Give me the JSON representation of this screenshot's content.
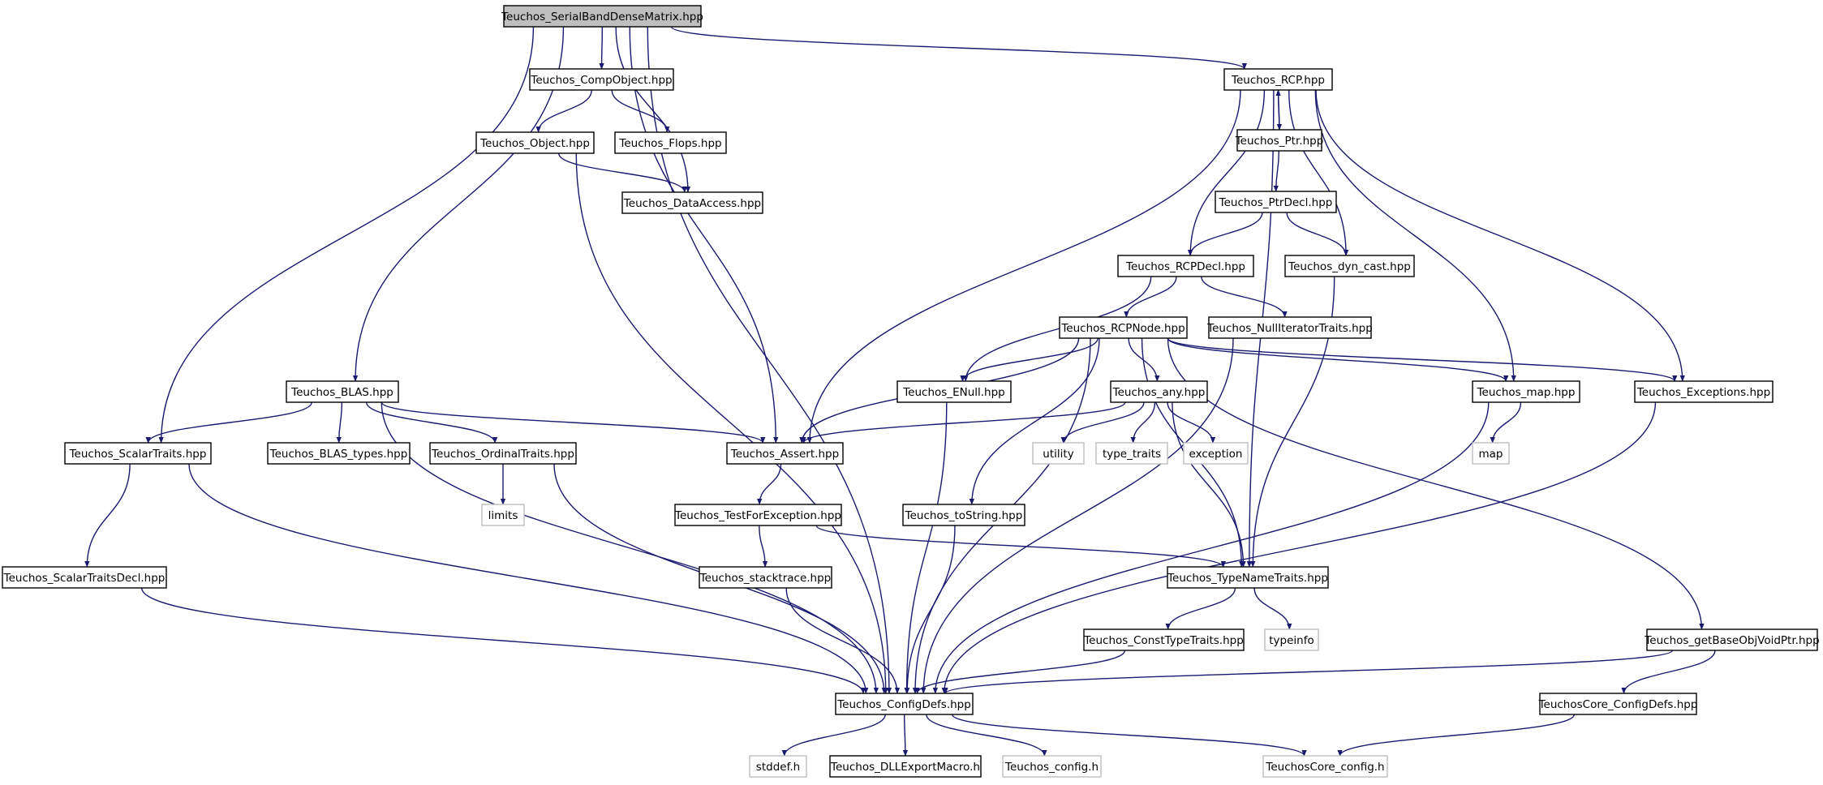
{
  "colors": {
    "edge": "#191970",
    "root_fill": "#bfbfbf",
    "external_border": "#bfbfbf",
    "node_border": "#000000"
  },
  "nodes": {
    "serialband": {
      "label": "Teuchos_SerialBandDenseMatrix.hpp",
      "kind": "root"
    },
    "compobject": {
      "label": "Teuchos_CompObject.hpp",
      "kind": "header"
    },
    "object": {
      "label": "Teuchos_Object.hpp",
      "kind": "header"
    },
    "flops": {
      "label": "Teuchos_Flops.hpp",
      "kind": "header"
    },
    "dataaccess": {
      "label": "Teuchos_DataAccess.hpp",
      "kind": "header"
    },
    "rcp": {
      "label": "Teuchos_RCP.hpp",
      "kind": "header"
    },
    "ptr": {
      "label": "Teuchos_Ptr.hpp",
      "kind": "header"
    },
    "ptrdecl": {
      "label": "Teuchos_PtrDecl.hpp",
      "kind": "header"
    },
    "rcpdecl": {
      "label": "Teuchos_RCPDecl.hpp",
      "kind": "header"
    },
    "dyncast": {
      "label": "Teuchos_dyn_cast.hpp",
      "kind": "header"
    },
    "rcpnode": {
      "label": "Teuchos_RCPNode.hpp",
      "kind": "header"
    },
    "nulliter": {
      "label": "Teuchos_NullIteratorTraits.hpp",
      "kind": "header"
    },
    "blas": {
      "label": "Teuchos_BLAS.hpp",
      "kind": "header"
    },
    "enull": {
      "label": "Teuchos_ENull.hpp",
      "kind": "header"
    },
    "any": {
      "label": "Teuchos_any.hpp",
      "kind": "header"
    },
    "map_hpp": {
      "label": "Teuchos_map.hpp",
      "kind": "header"
    },
    "exceptions": {
      "label": "Teuchos_Exceptions.hpp",
      "kind": "header"
    },
    "scalartraits": {
      "label": "Teuchos_ScalarTraits.hpp",
      "kind": "header"
    },
    "blastypes": {
      "label": "Teuchos_BLAS_types.hpp",
      "kind": "header"
    },
    "ordinaltraits": {
      "label": "Teuchos_OrdinalTraits.hpp",
      "kind": "header"
    },
    "assert": {
      "label": "Teuchos_Assert.hpp",
      "kind": "header"
    },
    "utility": {
      "label": "utility",
      "kind": "external"
    },
    "type_traits": {
      "label": "type_traits",
      "kind": "external"
    },
    "exception": {
      "label": "exception",
      "kind": "external"
    },
    "map": {
      "label": "map",
      "kind": "external"
    },
    "limits": {
      "label": "limits",
      "kind": "external"
    },
    "testforexc": {
      "label": "Teuchos_TestForException.hpp",
      "kind": "header"
    },
    "tostring": {
      "label": "Teuchos_toString.hpp",
      "kind": "header"
    },
    "scalartraitsdecl": {
      "label": "Teuchos_ScalarTraitsDecl.hpp",
      "kind": "header"
    },
    "stacktrace": {
      "label": "Teuchos_stacktrace.hpp",
      "kind": "header"
    },
    "typename": {
      "label": "Teuchos_TypeNameTraits.hpp",
      "kind": "header"
    },
    "consttype": {
      "label": "Teuchos_ConstTypeTraits.hpp",
      "kind": "header"
    },
    "typeinfo": {
      "label": "typeinfo",
      "kind": "external"
    },
    "getbaseobj": {
      "label": "Teuchos_getBaseObjVoidPtr.hpp",
      "kind": "header"
    },
    "configdefs": {
      "label": "Teuchos_ConfigDefs.hpp",
      "kind": "header"
    },
    "coreconfigdefs": {
      "label": "TeuchosCore_ConfigDefs.hpp",
      "kind": "header"
    },
    "stddef": {
      "label": "stddef.h",
      "kind": "external"
    },
    "dllexport": {
      "label": "Teuchos_DLLExportMacro.h",
      "kind": "header"
    },
    "config_h": {
      "label": "Teuchos_config.h",
      "kind": "external"
    },
    "coreconfig_h": {
      "label": "TeuchosCore_config.h",
      "kind": "external"
    }
  },
  "edges": [
    [
      "serialband",
      "compobject"
    ],
    [
      "serialband",
      "rcp"
    ],
    [
      "serialband",
      "dataaccess"
    ],
    [
      "serialband",
      "assert"
    ],
    [
      "serialband",
      "blas"
    ],
    [
      "serialband",
      "scalartraits"
    ],
    [
      "serialband",
      "configdefs"
    ],
    [
      "compobject",
      "object"
    ],
    [
      "compobject",
      "flops"
    ],
    [
      "object",
      "dataaccess"
    ],
    [
      "object",
      "configdefs"
    ],
    [
      "rcp",
      "ptr"
    ],
    [
      "rcp",
      "rcpdecl"
    ],
    [
      "rcp",
      "dyncast"
    ],
    [
      "rcp",
      "assert"
    ],
    [
      "rcp",
      "map_hpp"
    ],
    [
      "rcp",
      "exceptions"
    ],
    [
      "rcp",
      "typename"
    ],
    [
      "ptr",
      "rcp"
    ],
    [
      "ptr",
      "ptrdecl"
    ],
    [
      "ptrdecl",
      "rcpdecl"
    ],
    [
      "ptrdecl",
      "dyncast"
    ],
    [
      "rcpdecl",
      "rcpnode"
    ],
    [
      "rcpdecl",
      "nulliter"
    ],
    [
      "rcpdecl",
      "enull"
    ],
    [
      "dyncast",
      "typename"
    ],
    [
      "nulliter",
      "configdefs"
    ],
    [
      "rcpnode",
      "enull"
    ],
    [
      "rcpnode",
      "any"
    ],
    [
      "rcpnode",
      "assert"
    ],
    [
      "rcpnode",
      "tostring"
    ],
    [
      "rcpnode",
      "typename"
    ],
    [
      "rcpnode",
      "map_hpp"
    ],
    [
      "rcpnode",
      "exceptions"
    ],
    [
      "rcpnode",
      "getbaseobj"
    ],
    [
      "rcpnode",
      "configdefs"
    ],
    [
      "blas",
      "scalartraits"
    ],
    [
      "blas",
      "blastypes"
    ],
    [
      "blas",
      "ordinaltraits"
    ],
    [
      "blas",
      "assert"
    ],
    [
      "blas",
      "configdefs"
    ],
    [
      "enull",
      "configdefs"
    ],
    [
      "any",
      "utility"
    ],
    [
      "any",
      "type_traits"
    ],
    [
      "any",
      "exception"
    ],
    [
      "any",
      "assert"
    ],
    [
      "any",
      "typename"
    ],
    [
      "map_hpp",
      "map"
    ],
    [
      "map_hpp",
      "configdefs"
    ],
    [
      "exceptions",
      "configdefs"
    ],
    [
      "scalartraits",
      "scalartraitsdecl"
    ],
    [
      "scalartraits",
      "configdefs"
    ],
    [
      "ordinaltraits",
      "limits"
    ],
    [
      "ordinaltraits",
      "configdefs"
    ],
    [
      "assert",
      "testforexc"
    ],
    [
      "testforexc",
      "stacktrace"
    ],
    [
      "testforexc",
      "typename"
    ],
    [
      "tostring",
      "configdefs"
    ],
    [
      "scalartraitsdecl",
      "configdefs"
    ],
    [
      "stacktrace",
      "configdefs"
    ],
    [
      "typename",
      "consttype"
    ],
    [
      "typename",
      "typeinfo"
    ],
    [
      "consttype",
      "configdefs"
    ],
    [
      "getbaseobj",
      "configdefs"
    ],
    [
      "getbaseobj",
      "coreconfigdefs"
    ],
    [
      "coreconfigdefs",
      "coreconfig_h"
    ],
    [
      "configdefs",
      "stddef"
    ],
    [
      "configdefs",
      "dllexport"
    ],
    [
      "configdefs",
      "config_h"
    ],
    [
      "configdefs",
      "coreconfig_h"
    ]
  ]
}
